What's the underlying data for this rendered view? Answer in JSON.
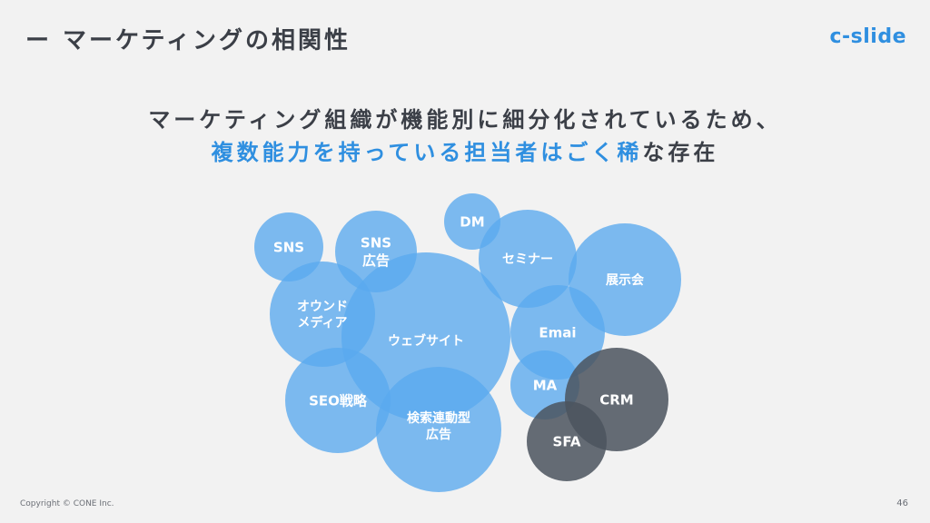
{
  "header": {
    "title": "ー マーケティングの相関性",
    "brand": "c-slide"
  },
  "lead": {
    "line1": "マーケティング組織が機能別に細分化されているため、",
    "line2_highlight": "複数能力を持っている担当者はごく稀",
    "line2_rest": "な存在"
  },
  "colors": {
    "blue_bubble": "#5aa9ee",
    "dark_bubble": "#4b535e",
    "accent": "#2f8fe0",
    "text": "#3b3f47"
  },
  "diagram": {
    "bubbles": [
      {
        "id": "sns",
        "lines": [
          "SNS"
        ]
      },
      {
        "id": "sns-ad",
        "lines": [
          "SNS",
          "広告"
        ]
      },
      {
        "id": "dm",
        "lines": [
          "DM"
        ]
      },
      {
        "id": "seminar",
        "lines": [
          "セミナー"
        ]
      },
      {
        "id": "exhibition",
        "lines": [
          "展示会"
        ]
      },
      {
        "id": "owned-media",
        "lines": [
          "オウンド",
          "メディア"
        ]
      },
      {
        "id": "website",
        "lines": [
          "ウェブサイト"
        ]
      },
      {
        "id": "email",
        "lines": [
          "Emai"
        ]
      },
      {
        "id": "seo",
        "lines": [
          "SEO戦略"
        ]
      },
      {
        "id": "search-ad",
        "lines": [
          "検索連動型",
          "広告"
        ]
      },
      {
        "id": "ma",
        "lines": [
          "MA"
        ]
      },
      {
        "id": "crm",
        "lines": [
          "CRM"
        ]
      },
      {
        "id": "sfa",
        "lines": [
          "SFA"
        ]
      }
    ]
  },
  "footer": {
    "copyright": "Copyright © CONE Inc.",
    "page": "46"
  }
}
